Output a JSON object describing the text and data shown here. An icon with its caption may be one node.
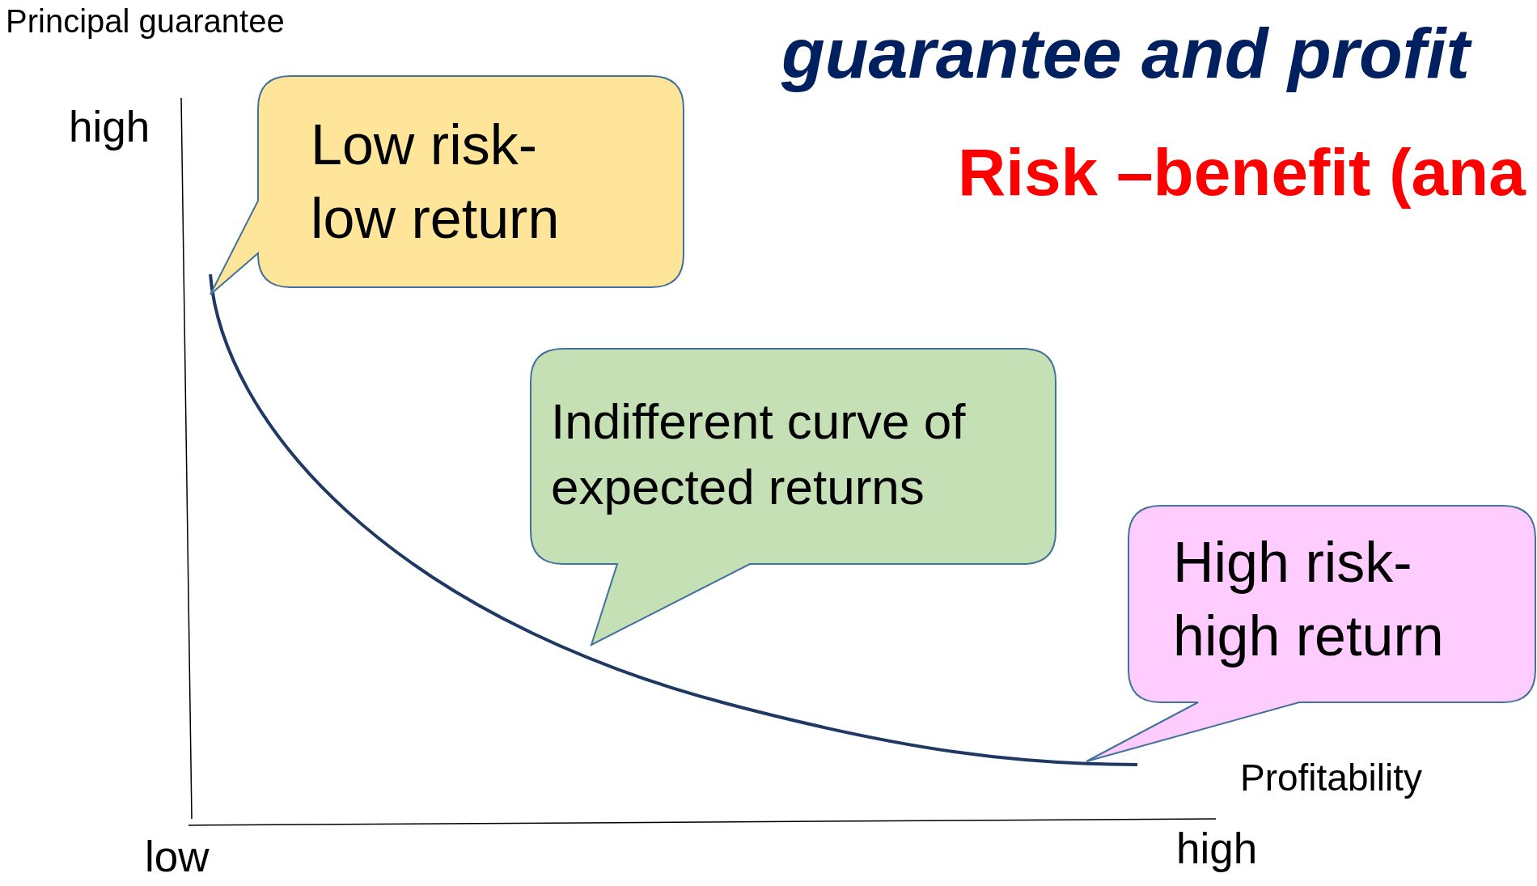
{
  "diagram": {
    "title": "guarantee and profit",
    "nodes": [
      {
        "text": [
          "Low risk- low return"
        ]
      },
      {
        "text": [
          "Indifferent curve of expected returns"
        ]
      },
      {
        "text": [
          "High risk- high return"
        ]
      }
    ],
    "labels": [
      "Risk –benefit (ana",
      "Principal guarantee",
      "high",
      "low",
      "Profitability",
      "high"
    ]
  }
}
